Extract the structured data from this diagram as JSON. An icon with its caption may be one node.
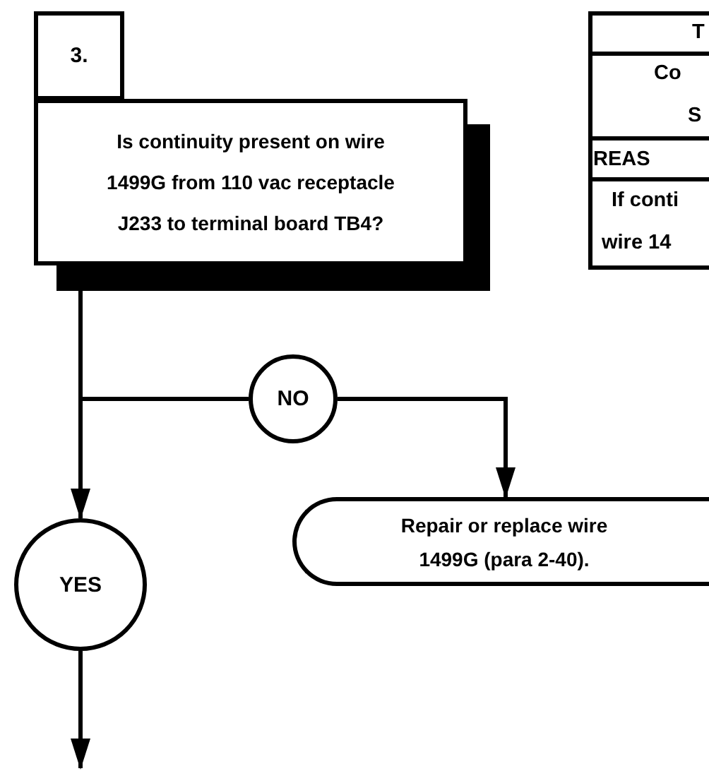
{
  "diagram": {
    "nodes": [
      {
        "text": [
          "3."
        ]
      },
      {
        "text": [
          "Is continuity present on wire 1499G from 110 vac receptacle J233 to terminal board TB4?"
        ]
      },
      {
        "text": [
          "NO"
        ]
      },
      {
        "text": [
          "Repair or replace wire 1499G (para 2-40)."
        ]
      },
      {
        "text": [
          "YES"
        ]
      }
    ],
    "edges": [
      {
        "from": 1,
        "to": 4,
        "arrow": "to"
      },
      {
        "from": 1,
        "to": 2,
        "arrow": "none"
      },
      {
        "from": 2,
        "to": 3,
        "arrow": "to"
      },
      {
        "from": 4,
        "to": null,
        "arrow": "to"
      }
    ],
    "labels": [
      "T",
      "Co",
      "S",
      "REAS",
      "If conti",
      "wire 14"
    ]
  }
}
